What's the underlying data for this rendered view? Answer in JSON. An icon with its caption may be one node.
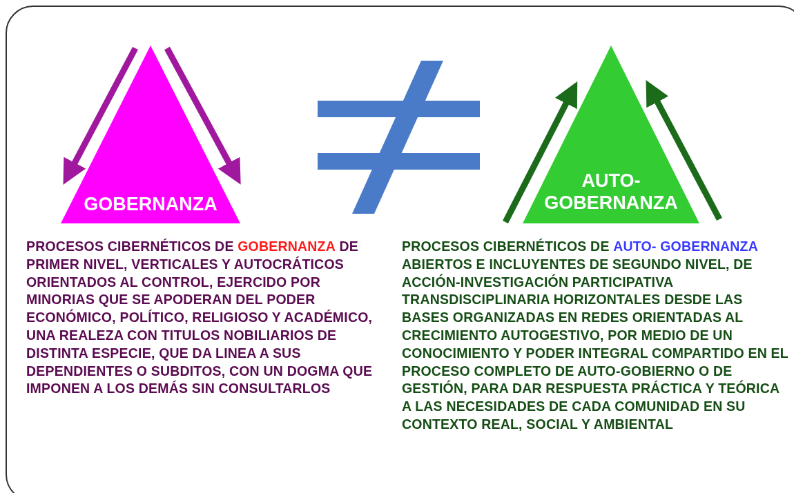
{
  "diagram": {
    "nodes": [
      {
        "text": [
          "GOBERNANZA"
        ],
        "beside": [
          "PROCESOS CIBERNÉTICOS DE **GOBERNANZA** DE PRIMER NIVEL, VERTICALES Y AUTOCRÁTICOS ORIENTADOS AL CONTROL, EJERCIDO POR MINORIAS QUE SE APODERAN DEL PODER ECONÓMICO, POLÍTICO, RELIGIOSO Y ACADÉMICO, UNA REALEZA CON TITULOS NOBILIARIOS DE DISTINTA ESPECIE, QUE DA LINEA A SUS DEPENDIENTES O SUBDITOS, CON UN DOGMA QUE IMPONEN A LOS DEMÁS SIN CONSULTARLOS"
        ]
      },
      {
        "text": [
          "AUTO- GOBERNANZA"
        ],
        "beside": [
          "PROCESOS CIBERNÉTICOS DE **AUTO- GOBERNANZA** ABIERTOS E INCLUYENTES DE SEGUNDO NIVEL, DE ACCIÓN-INVESTIGACIÓN PARTICIPATIVA TRANSDISCIPLINARIA HORIZONTALES DESDE LAS BASES ORGANIZADAS EN REDES ORIENTADAS AL CRECIMIENTO AUTOGESTIVO, POR MEDIO DE UN CONOCIMIENTO Y PODER INTEGRAL COMPARTIDO EN EL PROCESO COMPLETO DE AUTO-GOBIERNO O DE GESTIÓN, PARA DAR RESPUESTA PRÁCTICA Y TEÓRICA A LAS NECESIDADES DE CADA COMUNIDAD EN SU CONTEXTO REAL, SOCIAL Y AMBIENTAL"
        ]
      }
    ]
  }
}
